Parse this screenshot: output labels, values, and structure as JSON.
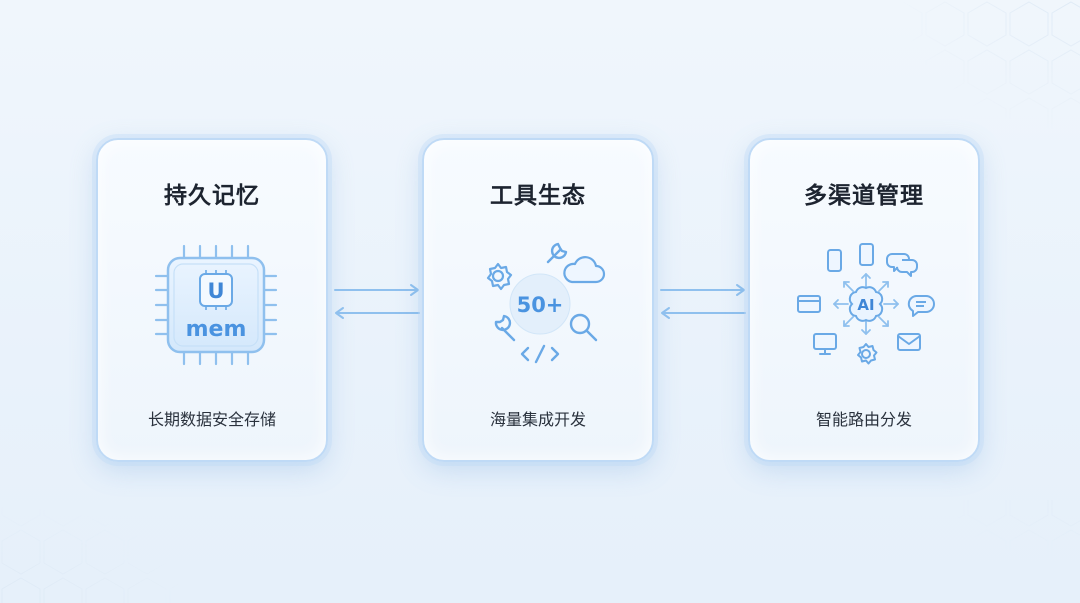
{
  "cards": [
    {
      "title": "持久记忆",
      "caption": "长期数据安全存储",
      "icon": "memory-chip-icon",
      "chip_letter": "U",
      "chip_label": "mem"
    },
    {
      "title": "工具生态",
      "caption": "海量集成开发",
      "icon": "tool-ecosystem-icon",
      "center_label": "50+"
    },
    {
      "title": "多渠道管理",
      "caption": "智能路由分发",
      "icon": "multichannel-hub-icon",
      "center_label": "AI"
    }
  ],
  "colors": {
    "accent": "#4a93e0",
    "accent_light": "#bcd9f6",
    "background": "#eef5fc"
  }
}
